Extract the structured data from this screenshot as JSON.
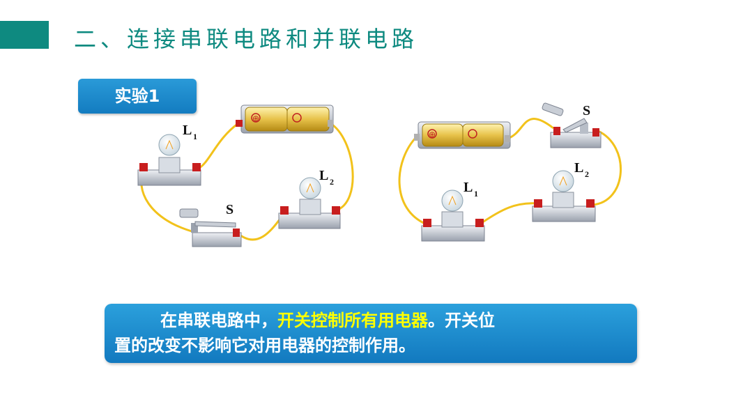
{
  "slide": {
    "title": "二、连接串联电路和并联电路",
    "experiment_label": "实验1"
  },
  "circuit1": {
    "lamp1_label": "L",
    "lamp1_sub": "1",
    "lamp2_label": "L",
    "lamp2_sub": "2",
    "switch_label": "S",
    "battery_symbol": "⊕"
  },
  "circuit2": {
    "lamp1_label": "L",
    "lamp1_sub": "1",
    "lamp2_label": "L",
    "lamp2_sub": "2",
    "switch_label": "S",
    "battery_symbol": "⊕"
  },
  "note": {
    "part1": "在串联电路中，",
    "highlight": "开关控制所有用电器",
    "part2": "。开关位",
    "line2": "置的改变不影响它对用电器的控制作用。"
  },
  "colors": {
    "accent": "#0e8a80",
    "box_blue": "#1a8bd0",
    "highlight": "#ffff00",
    "wire": "#f2c21b"
  }
}
